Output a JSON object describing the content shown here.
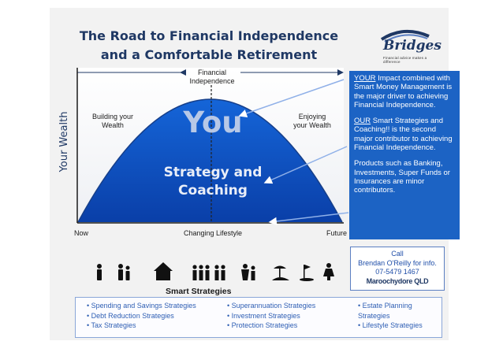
{
  "title": {
    "line1": "The Road to Financial Independence",
    "line2": "and a Comfortable Retirement"
  },
  "logo": {
    "name": "Bridges",
    "tagline": "Financial advice makes a difference"
  },
  "diagram": {
    "y_axis": "Your Wealth",
    "x_start": "Now",
    "x_middle": "Changing Lifestyle",
    "x_end": "Future",
    "peak_label": [
      "Financial",
      "Independence"
    ],
    "left_label": [
      "Building your",
      "Wealth"
    ],
    "right_label": [
      "Enjoying",
      "your Wealth"
    ],
    "center_big": "You",
    "center_sub": [
      "Strategy and",
      "Coaching"
    ]
  },
  "info_panel": {
    "p1_underline": "YOUR",
    "p1_rest": " Impact combined with Smart Money Management is the major driver to achieving Financial Independence.",
    "p2_underline": "OUR",
    "p2_rest": " Smart Strategies and Coaching!! is the second major contributor to achieving Financial Independence.",
    "p3": "Products such as Banking, Investments, Super Funds or Insurances are minor contributors."
  },
  "call_box": {
    "line1": "Call",
    "line2": "Brendan O'Reilly for info.",
    "line3": "07-5479 1467",
    "line4": "Maroochydore QLD"
  },
  "icons": [
    "person-icon",
    "family-icon",
    "house-icon",
    "group-icon",
    "people-icon",
    "business-icon",
    "beach-icon",
    "golf-icon",
    "woman-icon"
  ],
  "smart_strategies": {
    "title": "Smart Strategies",
    "col1": [
      "Spending and Savings Strategies",
      "Debt Reduction Strategies",
      "Tax Strategies"
    ],
    "col2": [
      "Superannuation Strategies",
      "Investment Strategies",
      "Protection Strategies"
    ],
    "col3": [
      "Estate Planning Strategies",
      "Lifestyle Strategies"
    ]
  }
}
